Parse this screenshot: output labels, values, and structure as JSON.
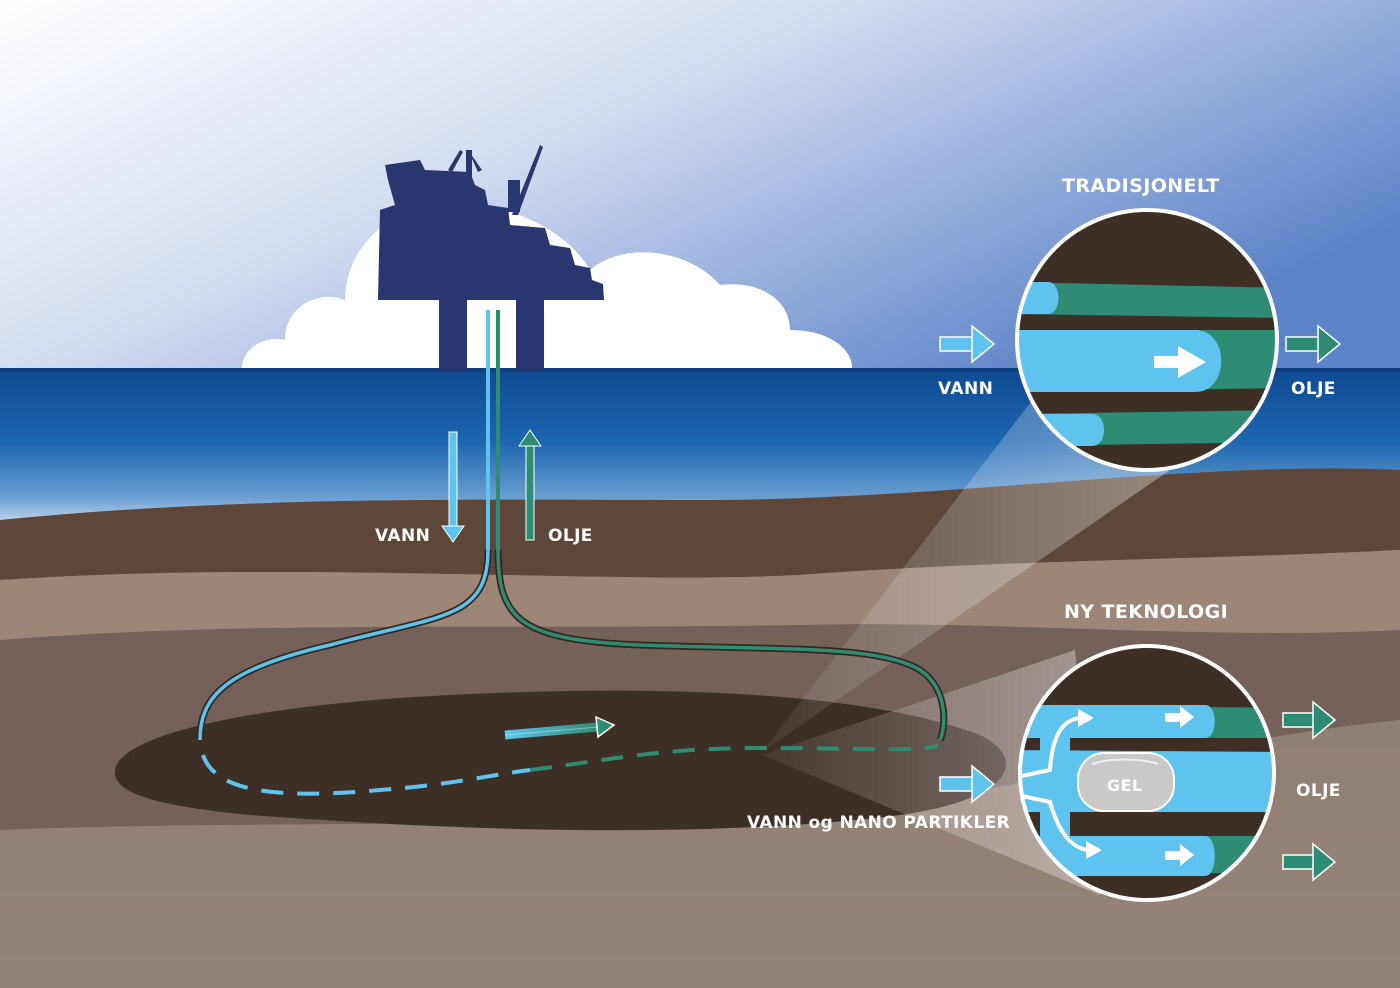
{
  "well": {
    "down_label": "VANN",
    "up_label": "OLJE"
  },
  "traditional": {
    "title": "TRADISJONELT",
    "in_label": "VANN",
    "out_label": "OLJE"
  },
  "new_tech": {
    "title": "NY TEKNOLOGI",
    "in_label": "VANN og NANO PARTIKLER",
    "out_label": "OLJE",
    "gel_label": "GEL"
  },
  "colors": {
    "sky_top": "#7d97d3",
    "sea": "#1d5fa8",
    "water": "#5ec4ef",
    "oil": "#2f8c74",
    "rock_dark": "#3d2f26",
    "platform": "#28376f"
  }
}
